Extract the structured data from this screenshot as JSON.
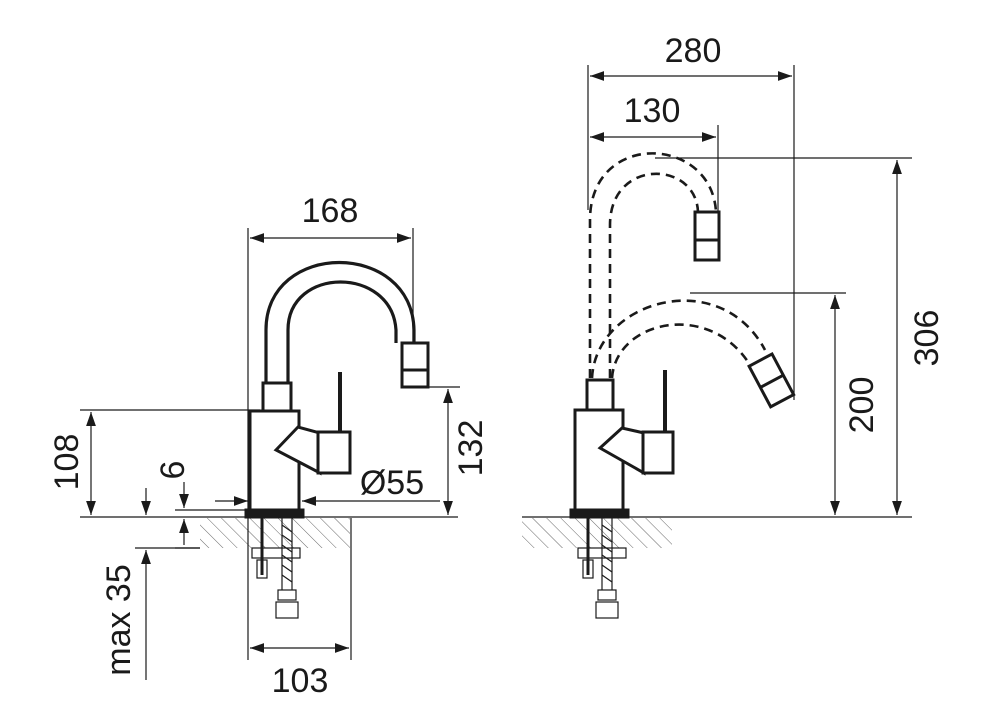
{
  "dimensions": {
    "width_168": "168",
    "height_108": "108",
    "gap_6": "6",
    "max_35": "max 35",
    "diameter_55": "Ø55",
    "height_132": "132",
    "width_103": "103",
    "reach_280": "280",
    "reach_130": "130",
    "height_200": "200",
    "height_306": "306"
  },
  "colors": {
    "line": "#1a1a1a",
    "background": "#ffffff"
  }
}
